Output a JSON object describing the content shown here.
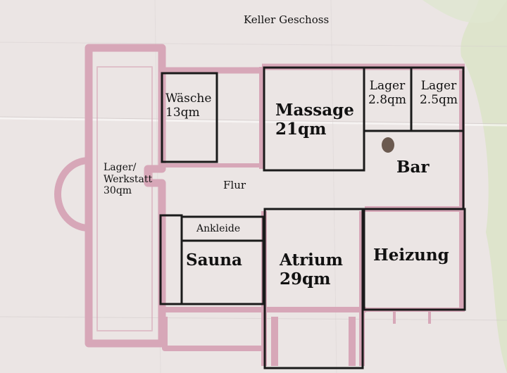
{
  "title": "Keller Geschoss",
  "colors": {
    "paper": "#ebe5e4",
    "wall": "#d7a7b8",
    "outline": "#1a1a1a",
    "stain": "#d9e3c4"
  },
  "rooms": {
    "lager_werkstatt": {
      "name": "Lager/\nWerkstatt",
      "area": "30qm"
    },
    "waesche": {
      "name": "Wäsche",
      "area": "13qm"
    },
    "massage": {
      "name": "Massage",
      "area": "21qm"
    },
    "lager_1": {
      "name": "Lager",
      "area": "2.8qm"
    },
    "lager_2": {
      "name": "Lager",
      "area": "2.5qm"
    },
    "bar": {
      "name": "Bar"
    },
    "flur": {
      "name": "Flur"
    },
    "ankleide": {
      "name": "Ankleide"
    },
    "sauna": {
      "name": "Sauna"
    },
    "atrium": {
      "name": "Atrium",
      "area": "29qm"
    },
    "heizung": {
      "name": "Heizung"
    }
  }
}
